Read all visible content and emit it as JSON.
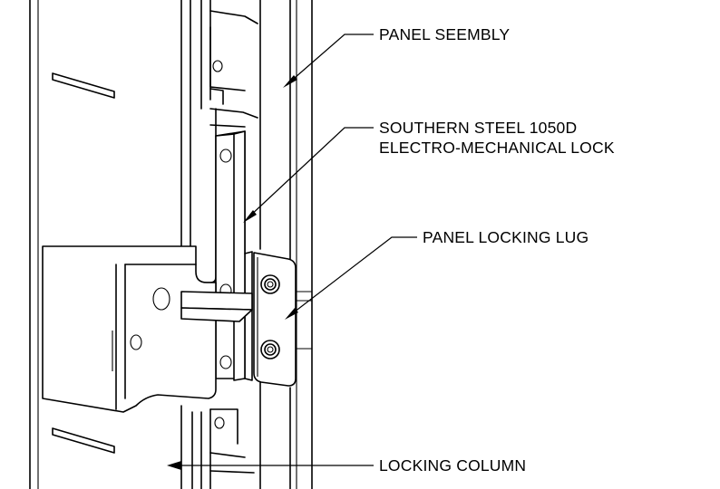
{
  "callouts": {
    "panel_assembly": "PANEL SEEMBLY",
    "lock_line1": "SOUTHERN STEEL 1050D",
    "lock_line2": "ELECTRO-MECHANICAL LOCK",
    "locking_lug": "PANEL LOCKING LUG",
    "locking_column": "LOCKING COLUMN"
  }
}
